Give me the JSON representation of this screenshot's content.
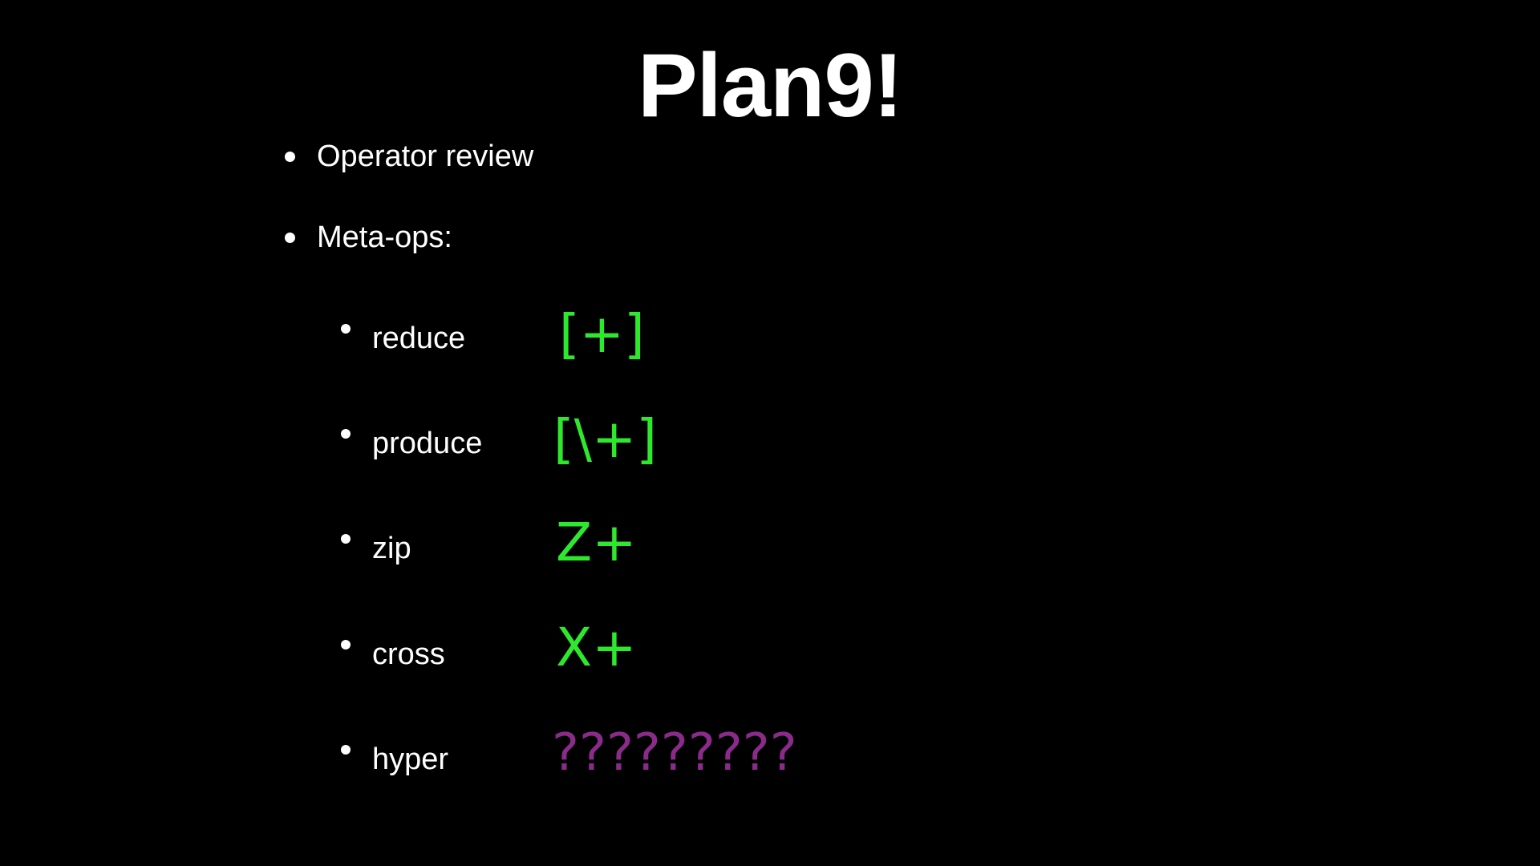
{
  "slide": {
    "title": "Plan9!",
    "bullets": [
      {
        "text": "Operator review"
      },
      {
        "text": "Meta-ops:"
      }
    ],
    "meta_ops": [
      {
        "label": "reduce",
        "op": "[+]"
      },
      {
        "label": "produce",
        "op": "[\\+]"
      },
      {
        "label": "zip",
        "op": "Z+"
      },
      {
        "label": "cross",
        "op": "X+"
      },
      {
        "label": "hyper",
        "op": "?????????"
      }
    ]
  },
  "colors": {
    "background": "#000000",
    "text": "#ffffff",
    "op_green": "#2ee82e",
    "op_purple": "#8a2b8a"
  }
}
